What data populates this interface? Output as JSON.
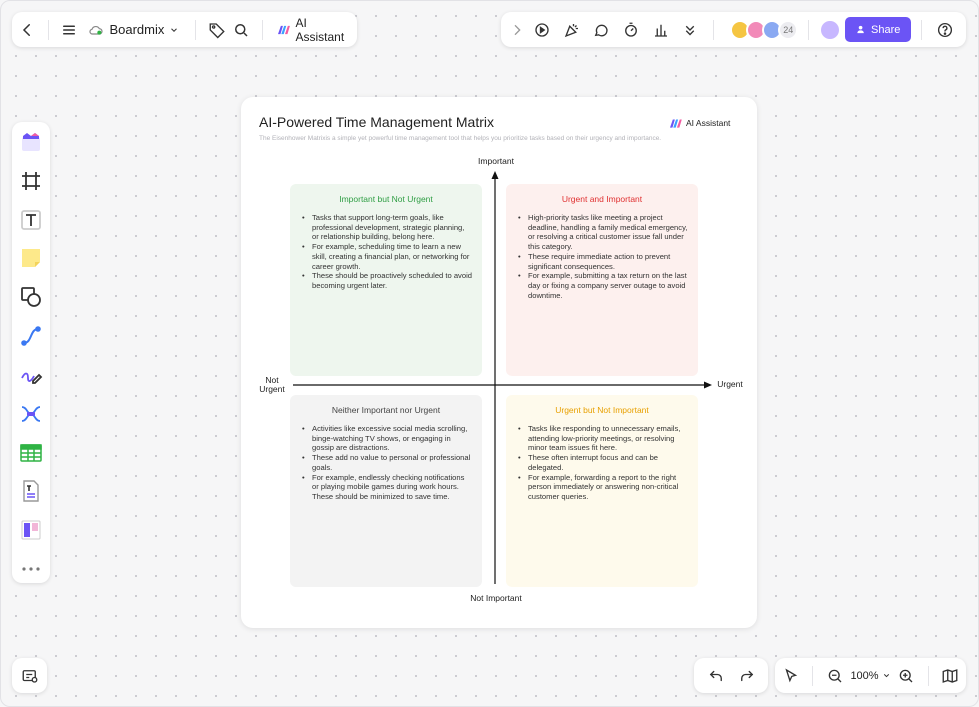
{
  "toolbar_left": {
    "app_name": "Boardmix",
    "ai_label": "AI Assistant"
  },
  "toolbar_right": {
    "collaborator_count": "24",
    "share_label": "Share"
  },
  "zoom": {
    "level": "100%"
  },
  "card": {
    "title": "AI-Powered Time Management Matrix",
    "subtitle": "The Eisenhower Matrixis a simple yet powerful time management tool that helps you prioritize tasks based on their urgency and importance.",
    "ai_badge": "AI Assistant",
    "axes": {
      "top": "Important",
      "bottom": "Not Important",
      "right": "Urgent",
      "left_line1": "Not",
      "left_line2": "Urgent"
    },
    "quadrants": [
      {
        "title": "Important but Not Urgent",
        "color": "#2f9e44",
        "bg": "#eef6ee",
        "items": [
          "Tasks that support long-term goals, like professional development, strategic planning, or relationship building, belong here.",
          "For example, scheduling time to learn a new skill, creating a financial plan, or networking for career growth.",
          "These should be proactively scheduled to avoid becoming urgent later."
        ]
      },
      {
        "title": "Urgent and Important",
        "color": "#e03131",
        "bg": "#fdf0ee",
        "items": [
          "High-priority tasks like meeting a project deadline, handling a family medical emergency, or resolving a critical customer issue fall under this category.",
          "These require immediate action to prevent significant consequences.",
          "For example, submitting a tax return on the last day or fixing a company server outage to avoid downtime."
        ]
      },
      {
        "title": "Neither Important nor Urgent",
        "color": "#444444",
        "bg": "#f3f3f3",
        "items": [
          "Activities like excessive social media scrolling, binge-watching TV shows, or engaging in gossip are distractions.",
          "These add no value to personal or professional goals.",
          "For example, endlessly checking notifications or playing mobile games during work hours. These should be minimized to save time."
        ]
      },
      {
        "title": "Urgent but Not Important",
        "color": "#e8a000",
        "bg": "#fefaec",
        "items": [
          "Tasks like responding to unnecessary emails, attending low-priority meetings, or resolving minor team issues fit here.",
          "These often interrupt focus and can be delegated.",
          "For example, forwarding a report to the right person immediately or answering non-critical customer queries."
        ]
      }
    ]
  },
  "colors": {
    "accent": "#6b54f5",
    "canvas": "#f6f6f7"
  },
  "icons": {
    "left_tools": [
      "templates-icon",
      "frame-icon",
      "text-icon",
      "sticky-note-icon",
      "shapes-icon",
      "connector-icon",
      "pen-icon",
      "mindmap-icon",
      "table-icon",
      "document-icon",
      "kanban-icon",
      "more-icon"
    ]
  }
}
